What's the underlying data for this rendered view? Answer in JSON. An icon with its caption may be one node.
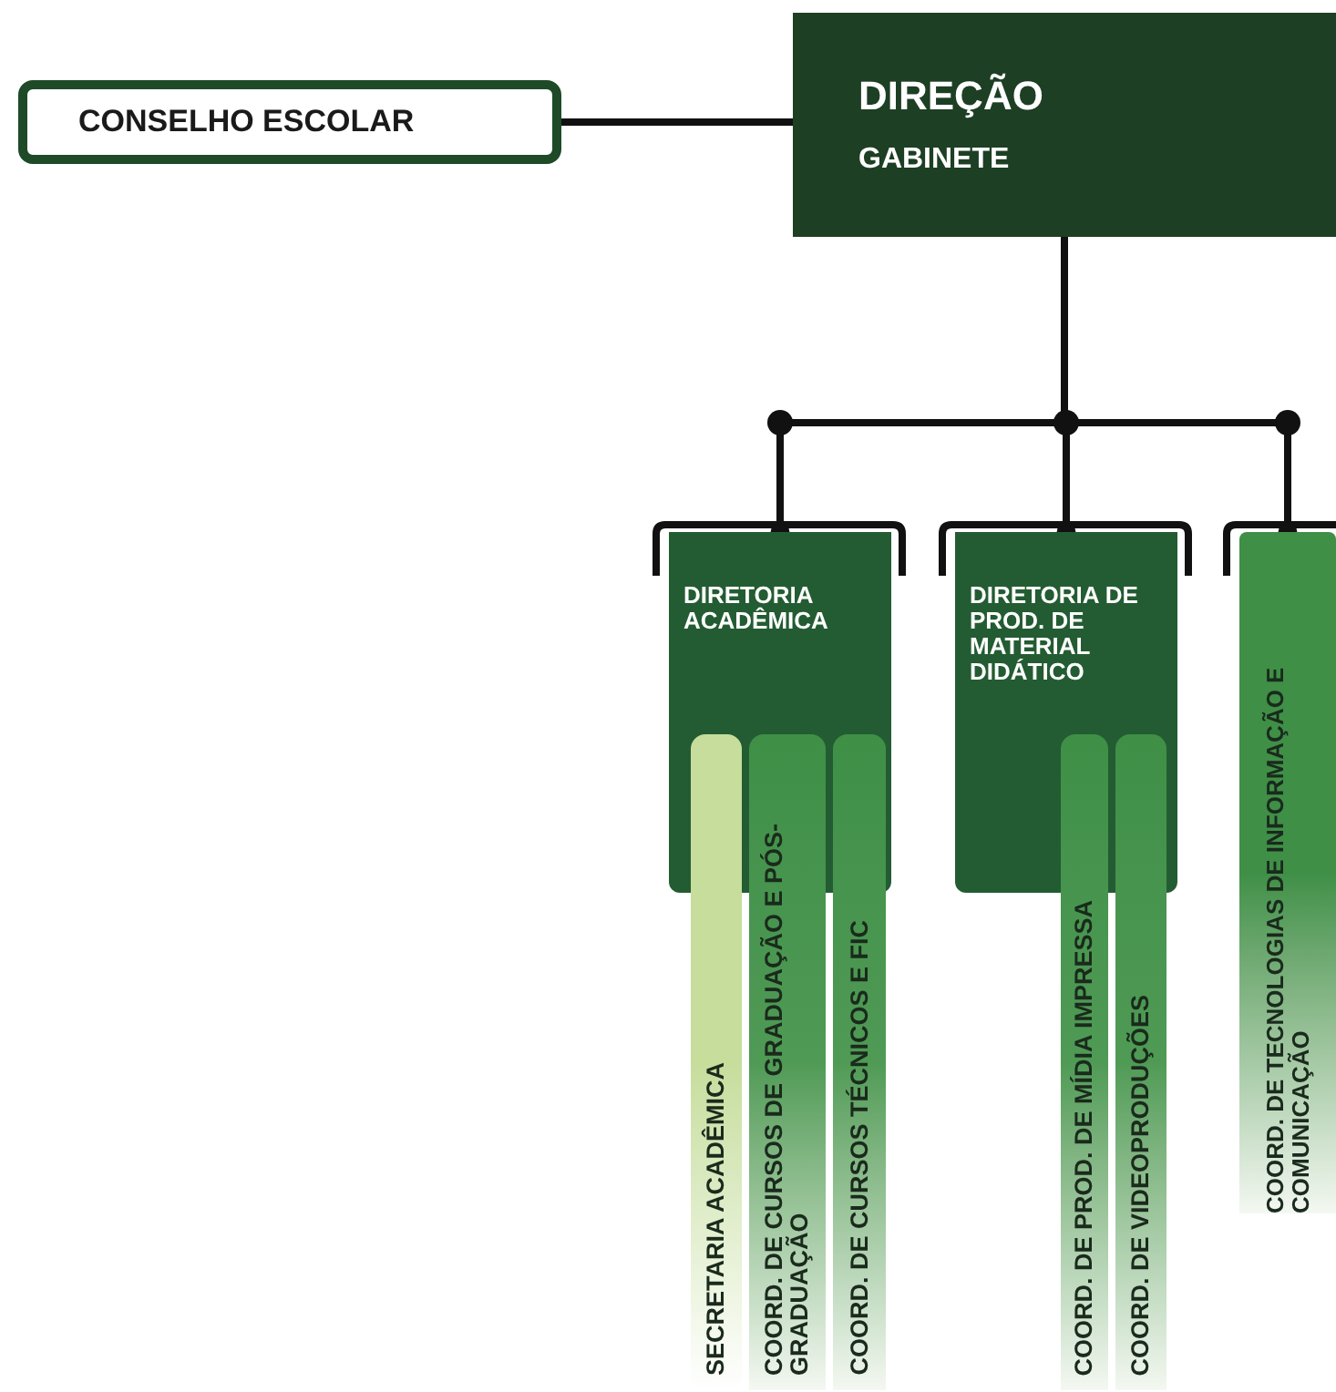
{
  "diagram": {
    "nodes": [
      {
        "text": [
          "CONSELHO ESCOLAR"
        ]
      },
      {
        "text": [
          "DIREÇÃO",
          "GABINETE"
        ]
      },
      {
        "text": [
          "DIRETORIA ACADÊMICA"
        ]
      },
      {
        "text": [
          "SECRETARIA ACADÊMICA"
        ]
      },
      {
        "text": [
          "COORD. DE CURSOS DE GRADUAÇÃO E PÓS- GRADUAÇÃO"
        ]
      },
      {
        "text": [
          "COORD. DE CURSOS TÉCNICOS E FIC"
        ]
      },
      {
        "text": [
          "DIRETORIA DE PROD. DE MATERIAL DIDÁTICO"
        ]
      },
      {
        "text": [
          "COORD. DE PROD. DE MÍDIA IMPRESSA"
        ]
      },
      {
        "text": [
          "COORD. DE VIDEOPRODUÇÕES"
        ]
      },
      {
        "text": [
          "COORD. DE TECNOLOGIAS DE INFORMAÇÃO E COMUNICAÇÃO"
        ]
      }
    ],
    "edges": [
      {
        "from": 0,
        "to": 1,
        "arrow": "none"
      },
      {
        "from": 1,
        "to": 2,
        "arrow": "other"
      },
      {
        "from": 1,
        "to": 6,
        "arrow": "other"
      },
      {
        "from": 1,
        "to": 9,
        "arrow": "other"
      }
    ]
  }
}
